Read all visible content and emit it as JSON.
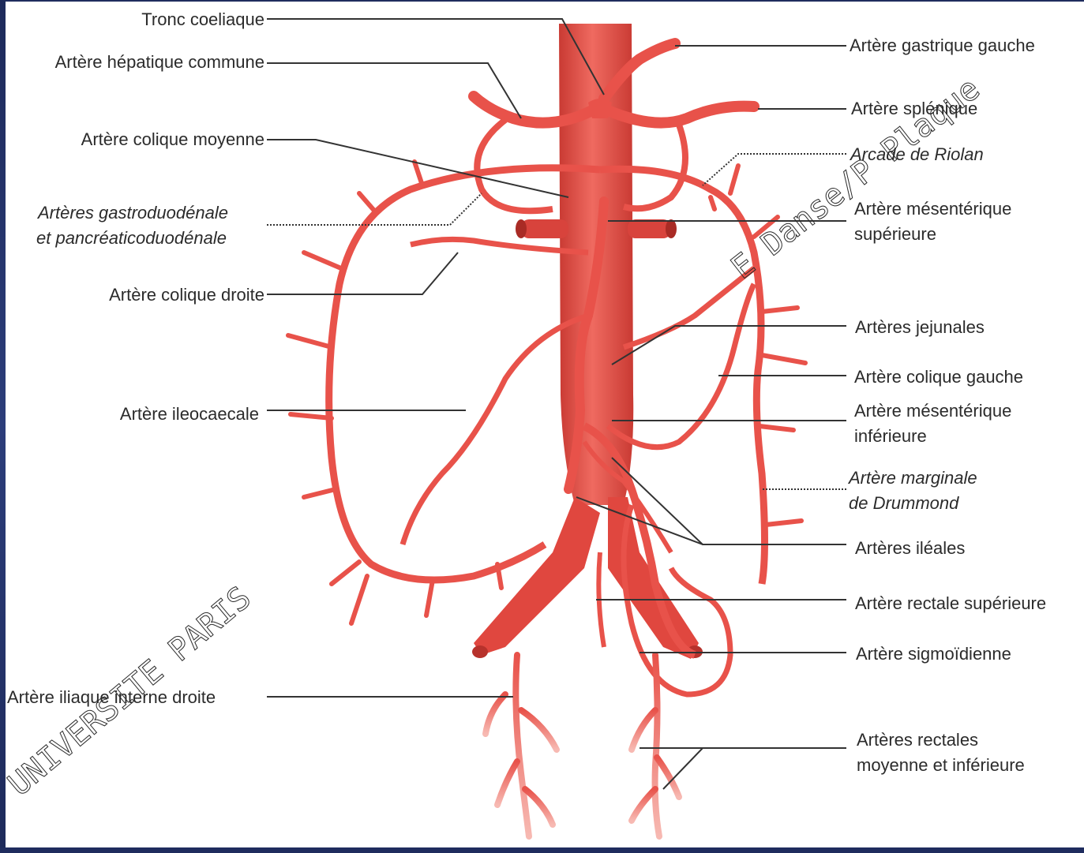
{
  "labels": {
    "tronc_coeliaque": "Tronc coeliaque",
    "hepatique_commune": "Artère hépatique commune",
    "colique_moyenne": "Artère colique moyenne",
    "gastroduodenale_1": "Artères gastroduodénale",
    "gastroduodenale_2": "et pancréaticoduodénale",
    "colique_droite": "Artère colique droite",
    "ileocaecale": "Artère ileocaecale",
    "iliaque_interne_droite": "Artère iliaque interne droite",
    "gastrique_gauche": "Artère gastrique gauche",
    "splenique": "Artère splénique",
    "arcade_riolan": "Arcade de Riolan",
    "mesenterique_sup_1": "Artère mésentérique",
    "mesenterique_sup_2": "supérieure",
    "jejunales": "Artères  jejunales",
    "colique_gauche": "Artère colique gauche",
    "mesenterique_inf_1": "Artère mésentérique",
    "mesenterique_inf_2": "inférieure",
    "marginale_1": "Artère marginale",
    "marginale_2": "de Drummond",
    "ileales": "Artères iléales",
    "rectale_sup": "Artère rectale supérieure",
    "sigmoidienne": "Artère sigmoïdienne",
    "rectales_1": "Artères rectales",
    "rectales_2": "moyenne et inférieure"
  },
  "watermarks": {
    "bottom_left": "UNIVERSITE  PARIS",
    "top_right": "E Danse/P Plaque"
  },
  "colors": {
    "artery": "#e8524a",
    "artery_dark": "#c93a33",
    "artery_light": "#f3a39c",
    "leader": "#333333",
    "frame": "#1f2c5e"
  }
}
